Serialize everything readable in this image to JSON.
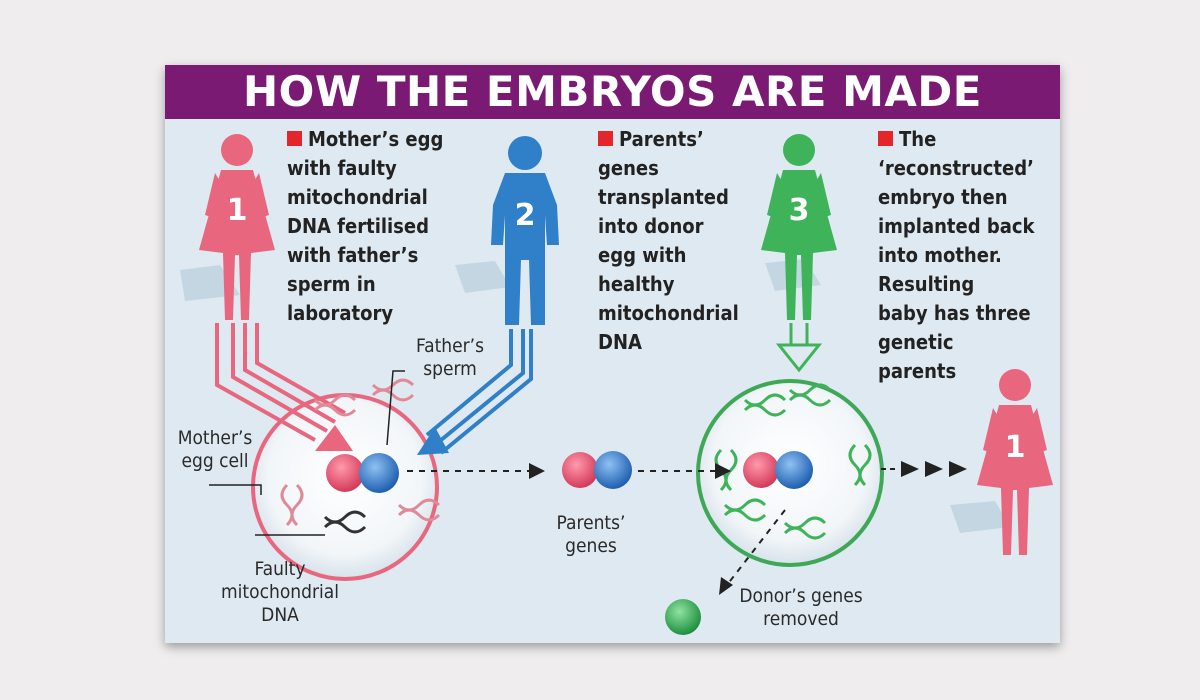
{
  "title": "HOW THE EMBRYOS ARE MADE",
  "figures": {
    "mother_number": "1",
    "father_number": "2",
    "donor_number": "3",
    "result_number": "1"
  },
  "steps": [
    {
      "lines": [
        "Mother’s egg",
        "with faulty",
        "mitochondrial",
        "DNA fertilised",
        "with father’s",
        "sperm in",
        "laboratory"
      ]
    },
    {
      "lines": [
        "Parents’",
        "genes",
        "transplanted",
        "into donor",
        "egg with",
        "healthy",
        "mitochondrial",
        "DNA"
      ]
    },
    {
      "lines": [
        "The",
        "‘reconstructed’",
        "embryo then",
        "implanted back",
        "into mother.",
        "Resulting",
        "baby has three",
        "genetic",
        "parents"
      ]
    }
  ],
  "labels": {
    "fathers_sperm": [
      "Father’s",
      "sperm"
    ],
    "mothers_egg": [
      "Mother’s",
      "egg cell"
    ],
    "faulty_dna": [
      "Faulty",
      "mitochondrial",
      "DNA"
    ],
    "parents_genes": [
      "Parents’",
      "genes"
    ],
    "donors_genes": [
      "Donor’s genes",
      "removed"
    ]
  },
  "colors": {
    "title_bar": "#7b1a72",
    "panel": "#dfe9f1",
    "mother": "#e8677f",
    "father": "#2f80c8",
    "donor": "#3fb35a",
    "bullet": "#e4262b"
  }
}
